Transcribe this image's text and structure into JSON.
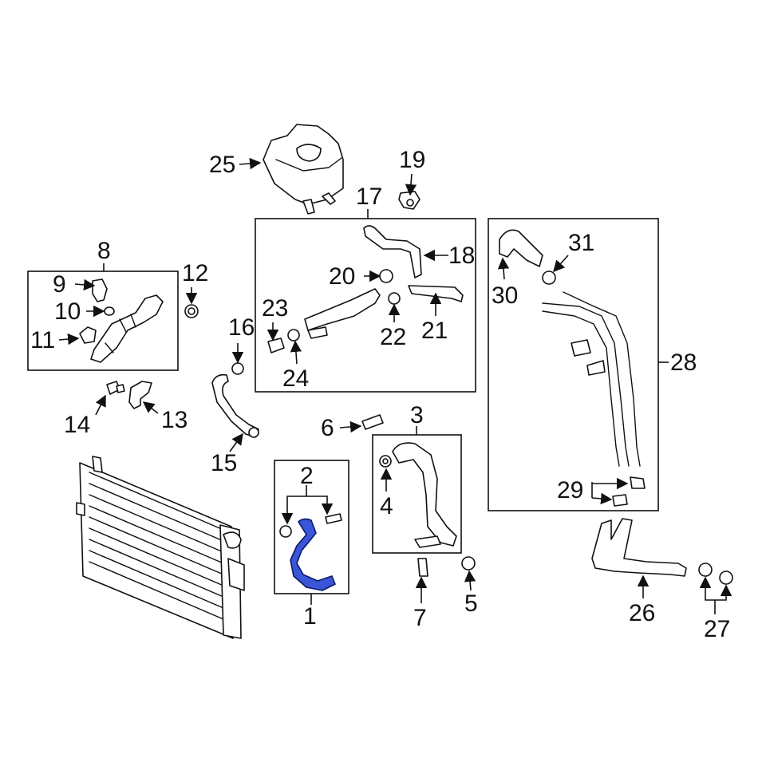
{
  "diagram": {
    "highlight_color": "#3a55d6",
    "callouts": [
      "1",
      "2",
      "3",
      "4",
      "5",
      "6",
      "7",
      "8",
      "9",
      "10",
      "11",
      "12",
      "13",
      "14",
      "15",
      "16",
      "17",
      "18",
      "19",
      "20",
      "21",
      "22",
      "23",
      "24",
      "25",
      "26",
      "27",
      "28",
      "29",
      "30",
      "31"
    ]
  }
}
